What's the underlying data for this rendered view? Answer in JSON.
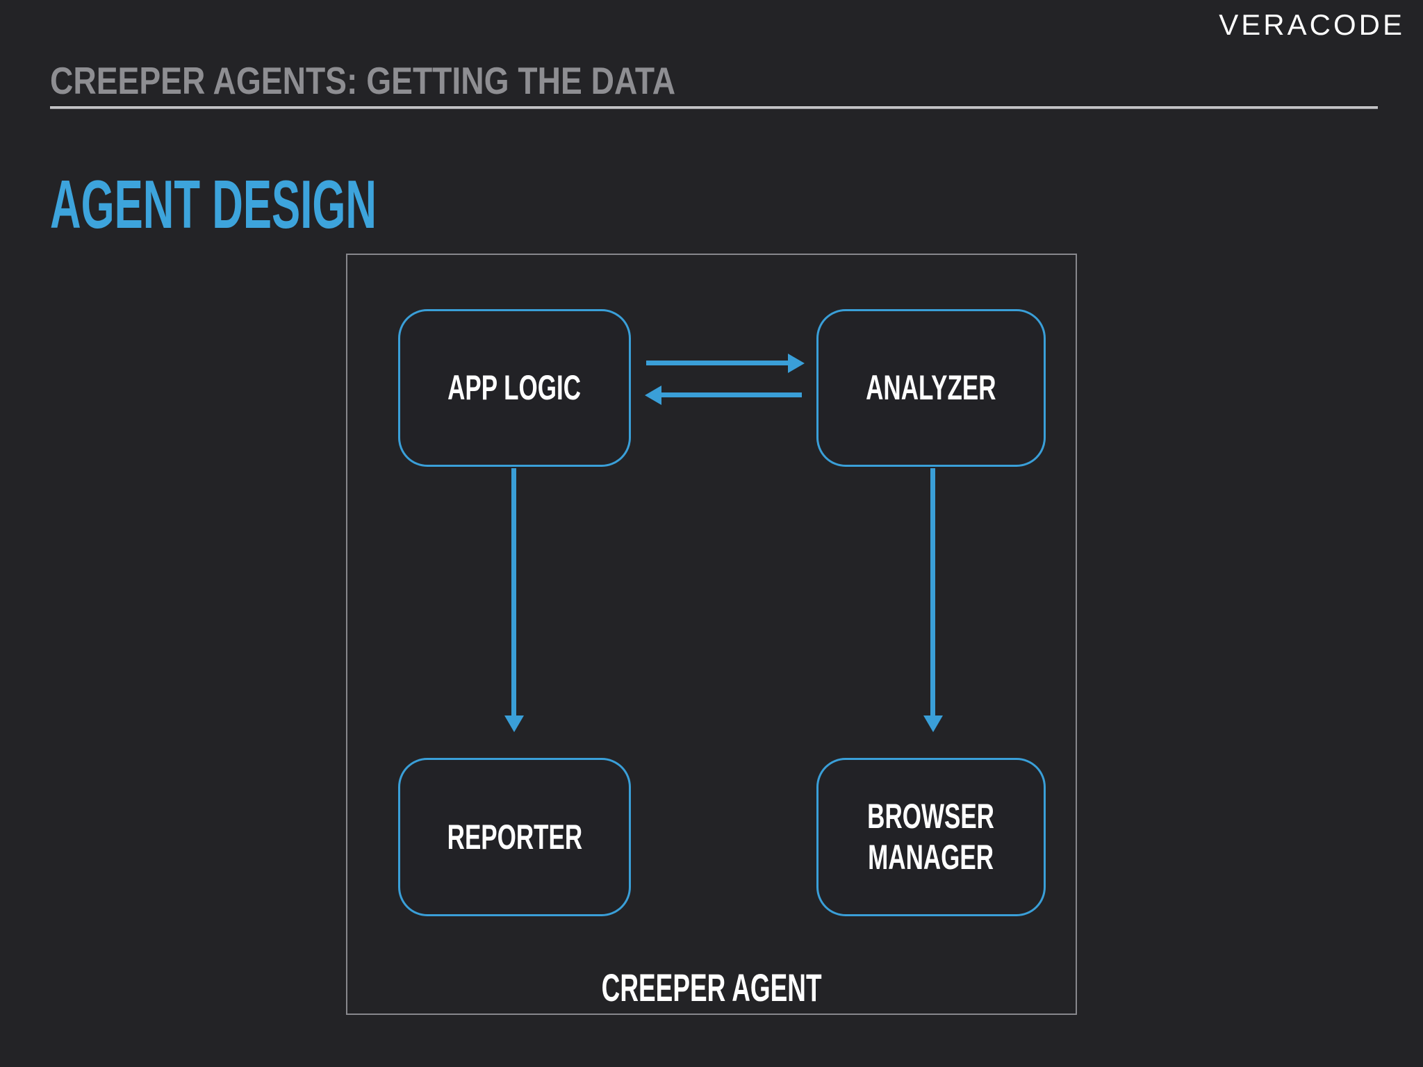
{
  "slide": {
    "brand": "VERACODE",
    "header": "CREEPER AGENTS: GETTING THE DATA",
    "title": "AGENT DESIGN",
    "diagram": {
      "container_label": "CREEPER AGENT",
      "nodes": [
        {
          "id": "app-logic",
          "label": "APP LOGIC"
        },
        {
          "id": "analyzer",
          "label": "ANALYZER"
        },
        {
          "id": "reporter",
          "label": "REPORTER"
        },
        {
          "id": "browser-manager",
          "label": "BROWSER\nMANAGER"
        }
      ],
      "edges": [
        {
          "from": "app-logic",
          "to": "analyzer",
          "direction": "right"
        },
        {
          "from": "analyzer",
          "to": "app-logic",
          "direction": "left"
        },
        {
          "from": "app-logic",
          "to": "reporter",
          "direction": "down"
        },
        {
          "from": "analyzer",
          "to": "browser-manager",
          "direction": "down"
        }
      ]
    },
    "colors": {
      "background": "#232326",
      "accent_blue": "#3a9fd8",
      "title_blue": "#3da4dc",
      "header_gray": "#8e8e92",
      "rule_gray": "#c9c9cc",
      "container_border_gray": "#88888d",
      "node_text_white": "#ffffff"
    }
  }
}
